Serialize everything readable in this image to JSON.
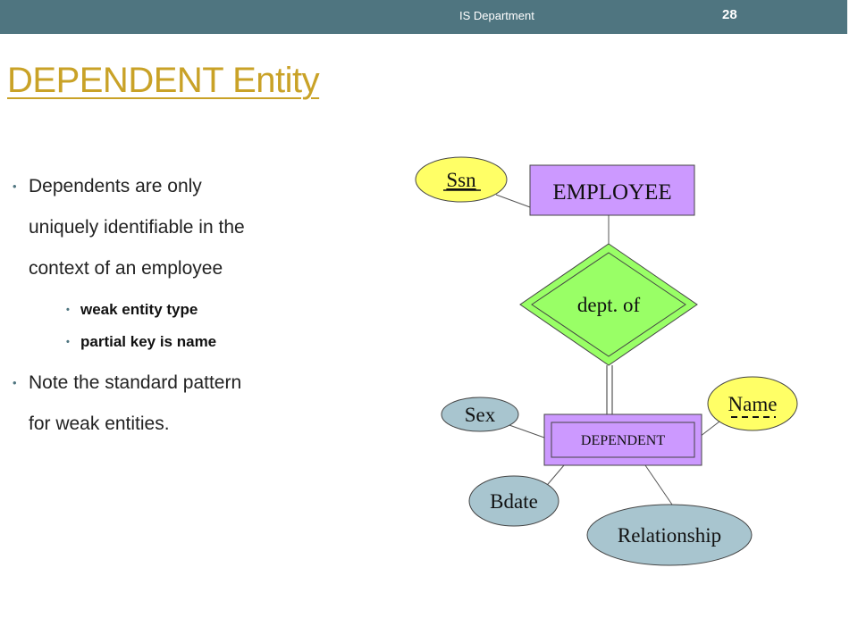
{
  "header": {
    "title": "IS Department",
    "page_number": "28"
  },
  "slide": {
    "title": "DEPENDENT Entity",
    "bullets": [
      {
        "lines": [
          "Dependents are only",
          "uniquely identifiable in the",
          "context of an employee"
        ],
        "sub": [
          "weak entity type",
          "partial key is name"
        ]
      },
      {
        "lines": [
          "Note the standard pattern",
          "for weak entities."
        ]
      }
    ]
  },
  "diagram": {
    "employee_entity": "EMPLOYEE",
    "dependent_entity": "DEPENDENT",
    "relationship": "dept. of",
    "attributes": {
      "ssn": "Ssn",
      "sex": "Sex",
      "name": "Name",
      "bdate": "Bdate",
      "relationship": "Relationship"
    },
    "colors": {
      "entity_fill": "#cc99ff",
      "relationship_fill": "#99ff66",
      "key_attribute_fill": "#ffff66",
      "attribute_fill": "#a8c5cf",
      "title_color": "#c9a227",
      "header_bar": "#4f7580"
    }
  }
}
